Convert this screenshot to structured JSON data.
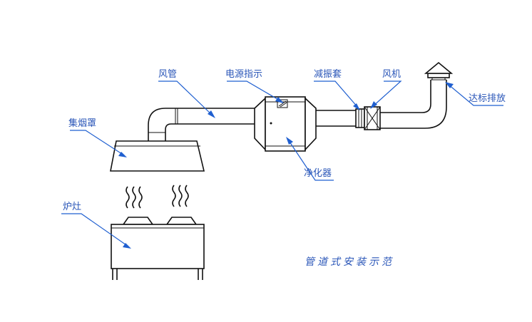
{
  "labels": {
    "duct": "风管",
    "power_indicator": "电源指示",
    "damper_sleeve": "减振套",
    "fan": "风机",
    "discharge": "达标排放",
    "hood": "集烟罩",
    "purifier": "净化器",
    "stove": "炉灶"
  },
  "caption": "管道式安装示范",
  "colors": {
    "label": "#2a56b8",
    "leader": "#1f5fd0",
    "outline": "#111111"
  }
}
